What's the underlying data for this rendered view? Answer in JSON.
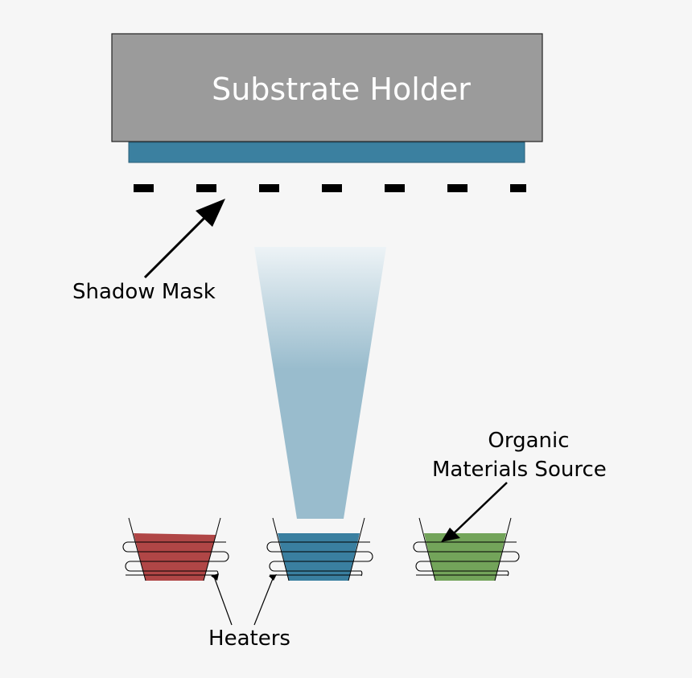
{
  "labels": {
    "substrate_holder": "Substrate Holder",
    "shadow_mask": "Shadow Mask",
    "organic_line1": "Organic",
    "organic_line2": "Materials Source",
    "heaters": "Heaters"
  },
  "colors": {
    "background": "#f6f6f6",
    "holder_fill": "#9b9b9b",
    "holder_text": "#ffffff",
    "substrate": "#3b80a0",
    "mask": "#000000",
    "vapor_top": "#e8eff3",
    "vapor_bottom": "#99bccd",
    "source_red": "#b04646",
    "source_blue": "#3a7fa0",
    "source_green": "#73a45a",
    "line": "#000000"
  },
  "icons": [
    "arrow-icon",
    "heater-coil-icon",
    "crucible-icon"
  ]
}
